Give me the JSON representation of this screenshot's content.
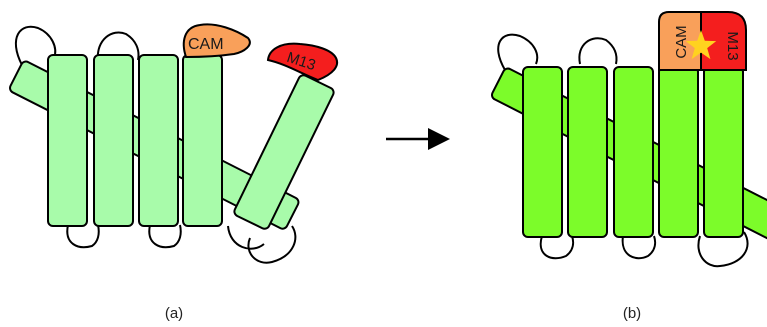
{
  "panels": {
    "a": {
      "caption": "(a)",
      "cam_label": "CAM",
      "m13_label": "M13"
    },
    "b": {
      "caption": "(b)",
      "cam_label": "CAM",
      "m13_label": "M13"
    }
  },
  "colors": {
    "helix_dim": "#a8fbaa",
    "helix_bright": "#7cfc2a",
    "cam": "#f9a05a",
    "m13": "#f41e1e",
    "star": "#ffd21f",
    "outline": "#000000"
  },
  "icons": {
    "arrow": "right-arrow-icon",
    "star": "star-icon"
  }
}
